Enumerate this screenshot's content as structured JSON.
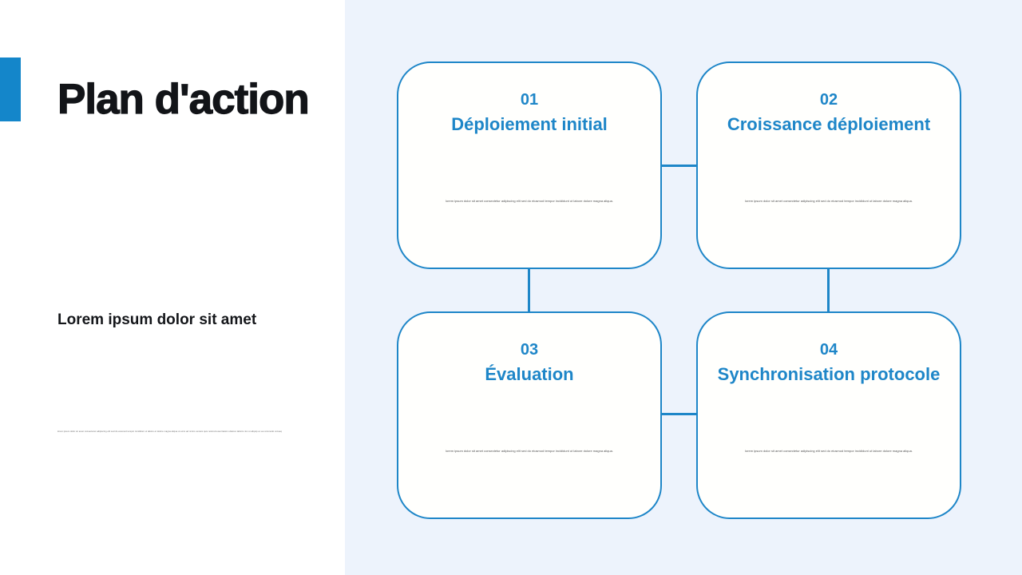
{
  "slide": {
    "title": "Plan d'action",
    "subtitle": "Lorem ipsum dolor sit amet",
    "footnote": "lorem ipsum dolor sit amet consectetur adipiscing elit sed do eiusmod tempor incididunt ut labore et dolore magna aliqua ut enim ad minim veniam quis nostrud exercitation ullamco laboris nisi ut aliquip ex ea commodo consequat duis aute irure dolor in reprehenderit in voluptate velit esse cillum dolore eu fugiat nulla pariatur"
  },
  "colors": {
    "accent_blue": "#1e86c8",
    "accent_bar_blue": "#1486ca",
    "panel_background": "#edf3fc",
    "card_background": "#fffffd",
    "title_text": "#121418",
    "small_text": "#555555"
  },
  "steps": [
    {
      "number": "01",
      "title": "Déploiement initial",
      "body": "lorem ipsum dolor sit amet consectetur adipiscing elit sed do eiusmod tempor incididunt ut labore dolore magna aliqua."
    },
    {
      "number": "02",
      "title": "Croissance déploiement",
      "body": "lorem ipsum dolor sit amet consectetur adipiscing elit sed do eiusmod tempor incididunt ut labore dolore magna aliqua."
    },
    {
      "number": "03",
      "title": "Évaluation",
      "body": "lorem ipsum dolor sit amet consectetur adipiscing elit sed do eiusmod tempor incididunt ut labore dolore magna aliqua."
    },
    {
      "number": "04",
      "title": "Synchronisation protocole",
      "body": "lorem ipsum dolor sit amet consectetur adipiscing elit sed do eiusmod tempor incididunt ut labore dolore magna aliqua."
    }
  ]
}
